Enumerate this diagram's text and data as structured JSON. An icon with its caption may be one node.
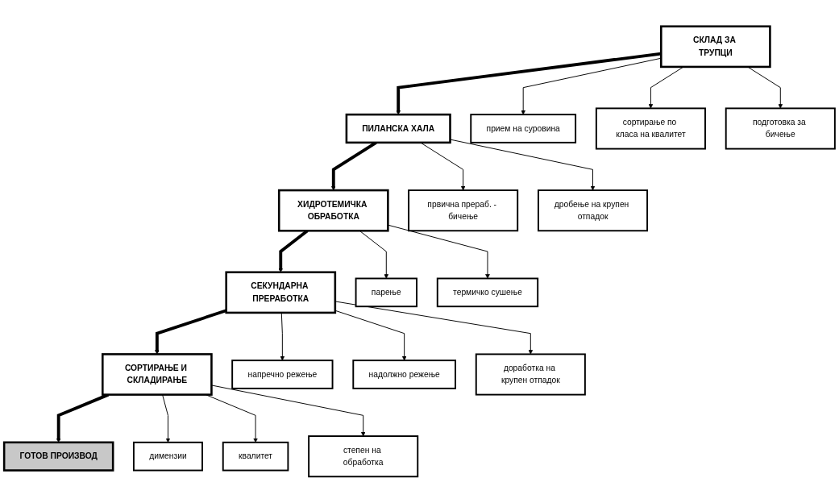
{
  "diagram": {
    "nodes": [
      {
        "text": [
          "СКЛАД ЗА ТРУПЦИ"
        ]
      },
      {
        "text": [
          "ПИЛАНСКА ХАЛА"
        ]
      },
      {
        "text": [
          "ХИДРОТЕМИЧКА ОБРАБОТКА"
        ]
      },
      {
        "text": [
          "СЕКУНДАРНА ПРЕРАБОТКА"
        ]
      },
      {
        "text": [
          "СОРТИРАЊЕ И СКЛАДИРАЊЕ"
        ]
      },
      {
        "text": [
          "ГОТОВ ПРОИЗВОД"
        ]
      },
      {
        "text": [
          "прием на суровина"
        ]
      },
      {
        "text": [
          "сортирање по класа на квалитет"
        ]
      },
      {
        "text": [
          "подготовка за бичење"
        ]
      },
      {
        "text": [
          "првична прераб. - бичење"
        ]
      },
      {
        "text": [
          "дробење на крупен отпадок"
        ]
      },
      {
        "text": [
          "парење"
        ]
      },
      {
        "text": [
          "термичко сушење"
        ]
      },
      {
        "text": [
          "напречно режење"
        ]
      },
      {
        "text": [
          "надолжно режење"
        ]
      },
      {
        "text": [
          "доработка на крупен отпадок"
        ]
      },
      {
        "text": [
          "димензии"
        ]
      },
      {
        "text": [
          "квалитет"
        ]
      },
      {
        "text": [
          "степен на обработка"
        ]
      }
    ],
    "edges": [
      {
        "from": 0,
        "to": 1,
        "arrow": "to",
        "style": "thick"
      },
      {
        "from": 1,
        "to": 2,
        "arrow": "to",
        "style": "thick"
      },
      {
        "from": 2,
        "to": 3,
        "arrow": "to",
        "style": "thick"
      },
      {
        "from": 3,
        "to": 4,
        "arrow": "to",
        "style": "thick"
      },
      {
        "from": 4,
        "to": 5,
        "arrow": "to",
        "style": "thick"
      },
      {
        "from": 0,
        "to": 6,
        "arrow": "to"
      },
      {
        "from": 0,
        "to": 7,
        "arrow": "to"
      },
      {
        "from": 0,
        "to": 8,
        "arrow": "to"
      },
      {
        "from": 1,
        "to": 9,
        "arrow": "to"
      },
      {
        "from": 1,
        "to": 10,
        "arrow": "to"
      },
      {
        "from": 2,
        "to": 11,
        "arrow": "to"
      },
      {
        "from": 2,
        "to": 12,
        "arrow": "to"
      },
      {
        "from": 3,
        "to": 13,
        "arrow": "to"
      },
      {
        "from": 3,
        "to": 14,
        "arrow": "to"
      },
      {
        "from": 3,
        "to": 15,
        "arrow": "to"
      },
      {
        "from": 4,
        "to": 16,
        "arrow": "to"
      },
      {
        "from": 4,
        "to": 17,
        "arrow": "to"
      },
      {
        "from": 4,
        "to": 18,
        "arrow": "to"
      }
    ]
  }
}
